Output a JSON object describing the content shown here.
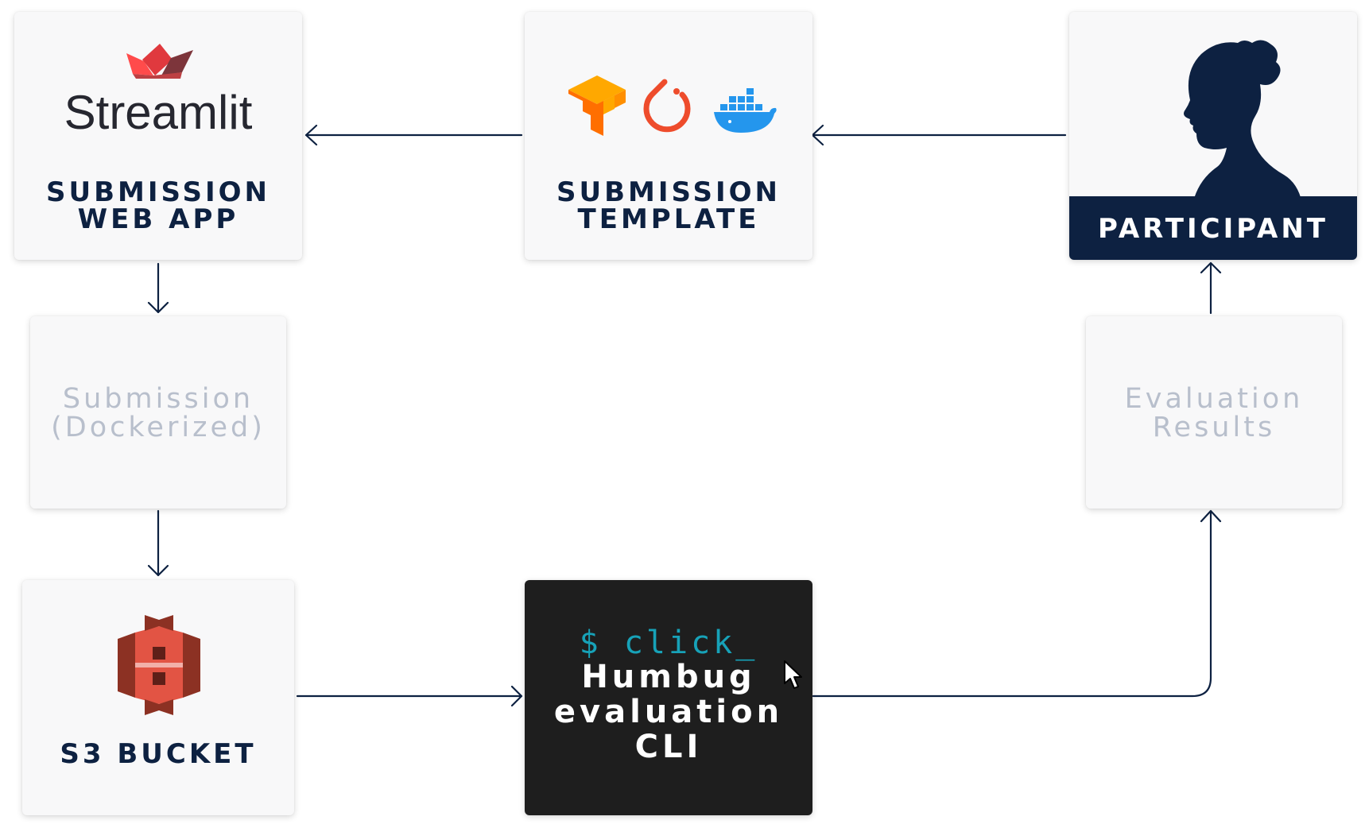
{
  "web_app": {
    "logo_text": "Streamlit",
    "label_lines": [
      "SUBMISSION",
      "WEB APP"
    ]
  },
  "template": {
    "label_lines": [
      "SUBMISSION",
      "TEMPLATE"
    ],
    "icons": [
      "tensorflow-icon",
      "pytorch-icon",
      "docker-icon"
    ]
  },
  "participant": {
    "label": "PARTICIPANT"
  },
  "dockerized": {
    "label_lines": [
      "Submission",
      "(Dockerized)"
    ]
  },
  "results": {
    "label_lines": [
      "Evaluation",
      "Results"
    ]
  },
  "s3": {
    "label": "S3 BUCKET"
  },
  "cli": {
    "prompt": "$ click_",
    "title_lines": [
      "Humbug",
      "evaluation",
      "CLI"
    ]
  },
  "colors": {
    "navy": "#0d2141",
    "terminal_bg": "#1e1e1e",
    "terminal_accent": "#17a2b8",
    "ghost_text": "#b8bfcc",
    "streamlit_red": "#ff4b4b",
    "aws_red": "#e25444",
    "docker_blue": "#2496ed",
    "tensorflow_orange": "#ff8f00",
    "pytorch_red": "#ee4c2c"
  }
}
